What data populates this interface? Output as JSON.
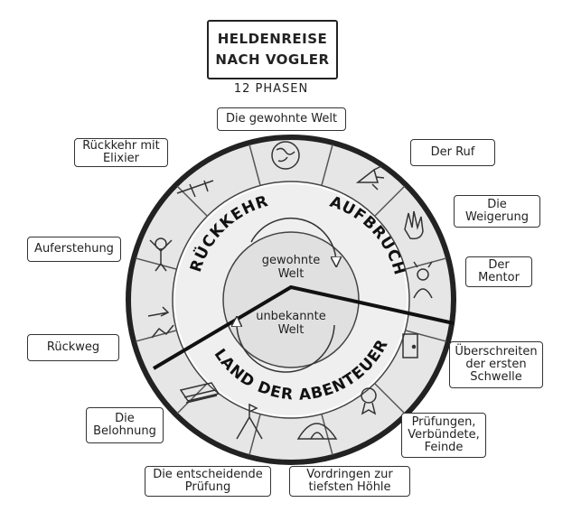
{
  "title": "HELDENREISE\nNACH VOGLER",
  "subtitle": "12 PHASEN",
  "phases": {
    "gewohnte_welt": "Die gewohnte Welt",
    "ruf": "Der Ruf",
    "weigerung": "Die\nWeigerung",
    "mentor": "Der\nMentor",
    "schwelle": "Überschreiten\nder ersten\nSchwelle",
    "pruefungen": "Prüfungen,\nVerbündete,\nFeinde",
    "vordringen": "Vordringen zur\ntiefsten Höhle",
    "entscheidende": "Die entscheidende\nPrüfung",
    "belohnung": "Die\nBelohnung",
    "rueckweg": "Rückweg",
    "auferstehung": "Auferstehung",
    "rueckkehr_elixier": "Rückkehr mit\nElixier"
  },
  "ring_labels": {
    "aufbruch": "AUFBRUCH",
    "rueckkehr": "RÜCKKEHR",
    "land": "LAND DER ABENTEUER"
  },
  "center": {
    "gewohnte": "gewohnte\nWelt",
    "unbekannte": "unbekannte\nWelt"
  }
}
